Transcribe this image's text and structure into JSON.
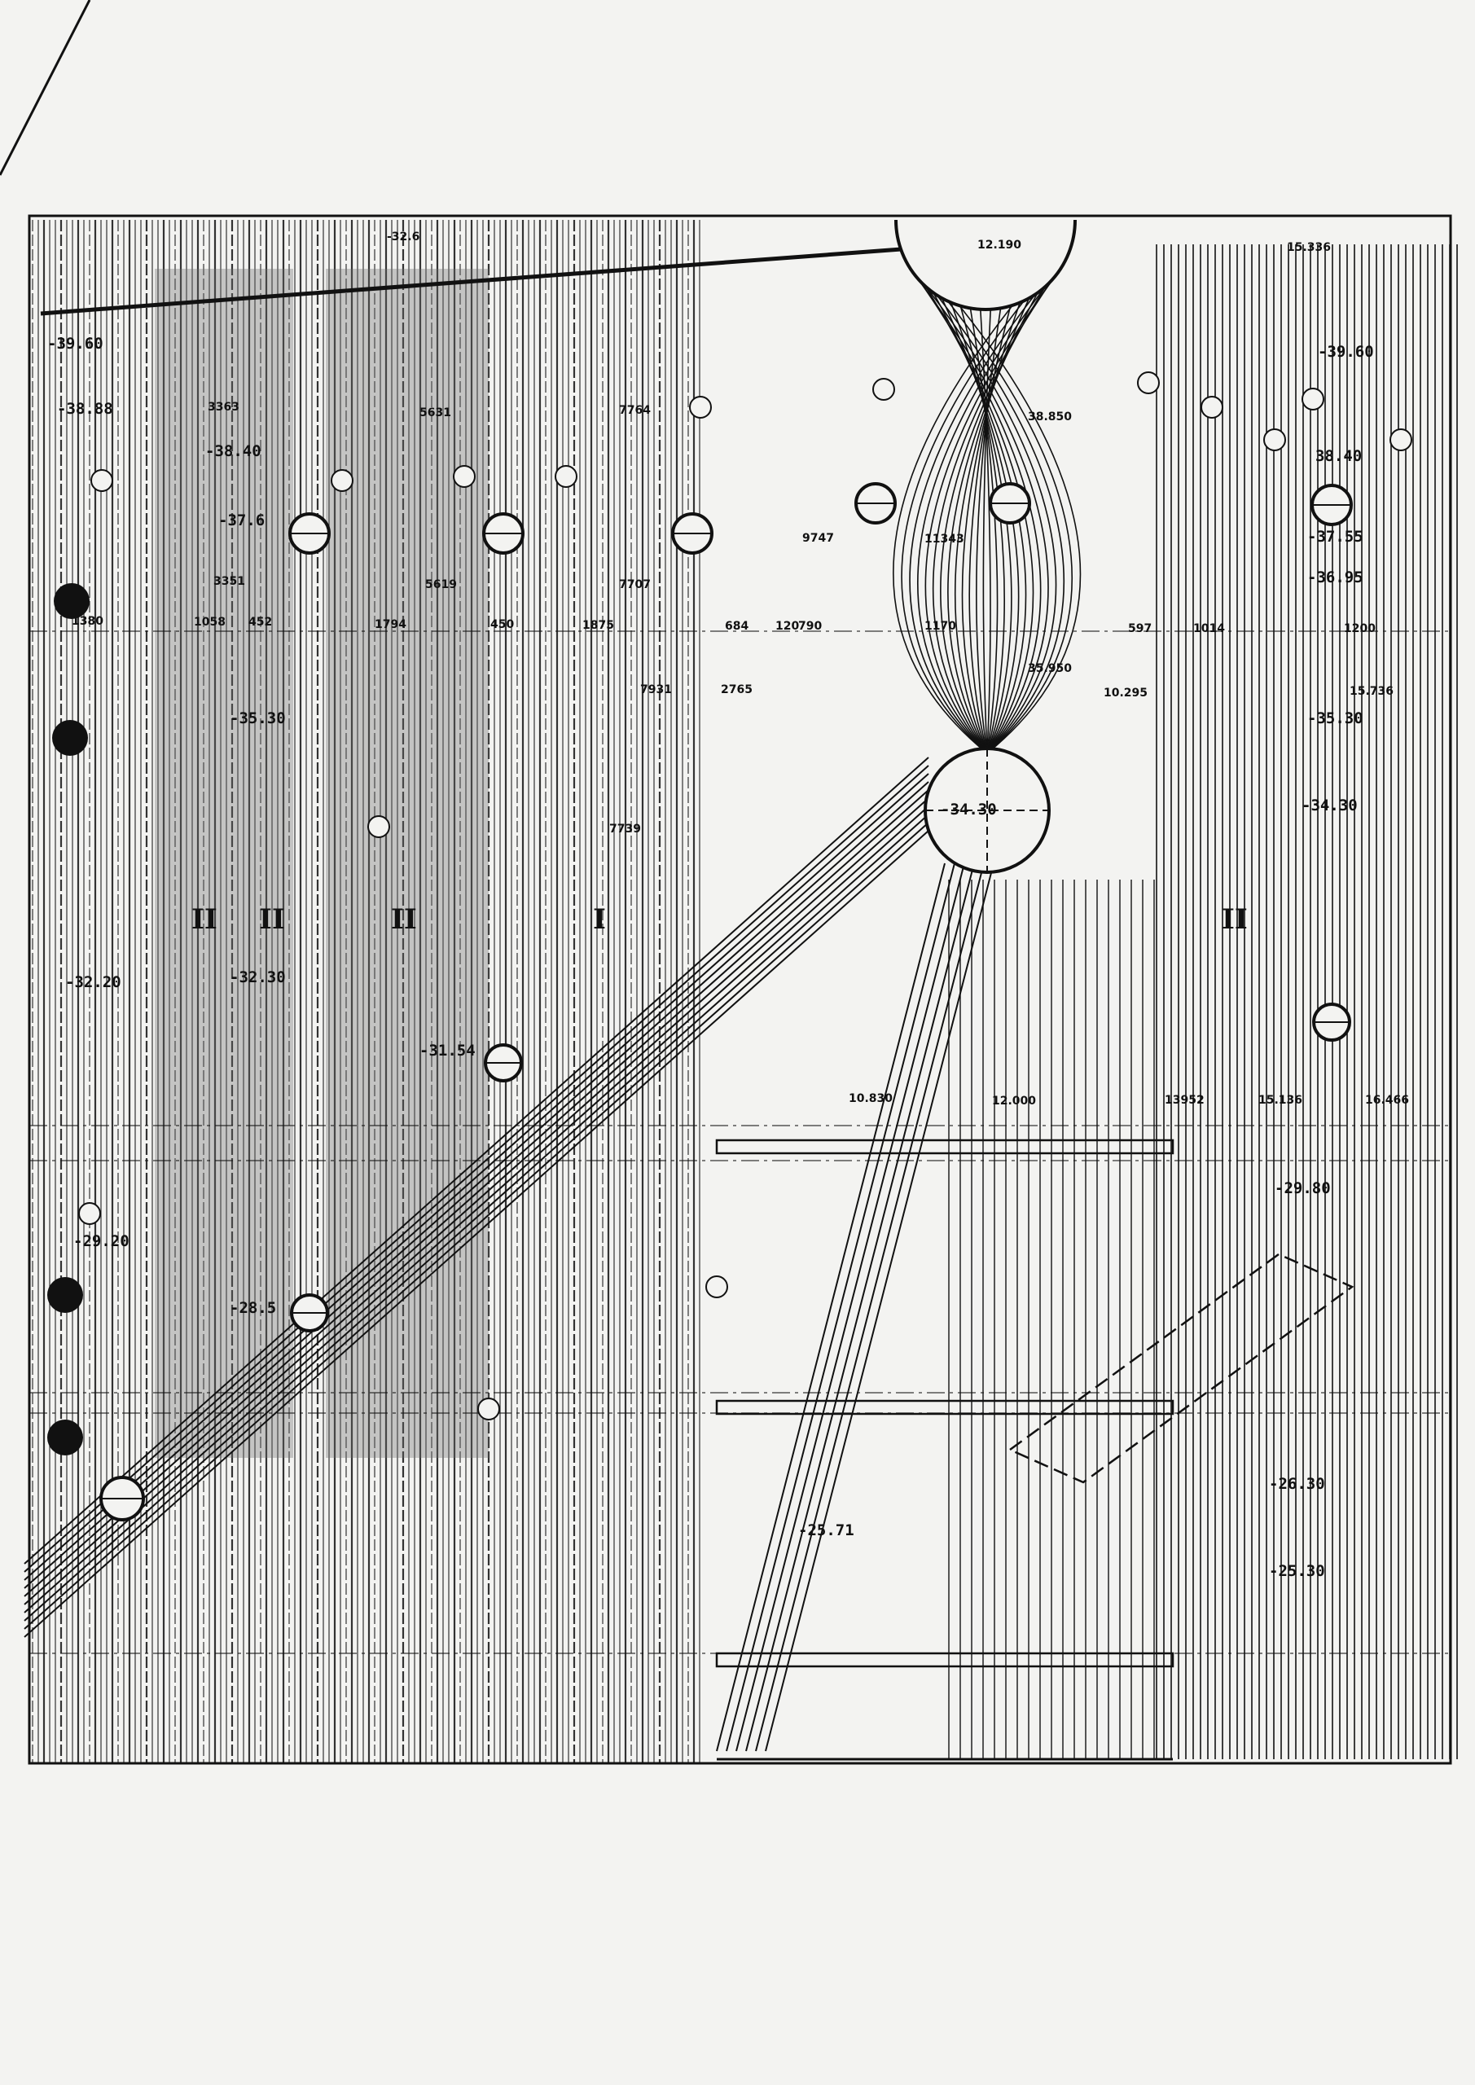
{
  "levels_left": [
    "-39.60",
    "-38.88",
    "-38.40",
    "-37.6",
    "-35.30",
    "-32.20",
    "-29.20",
    "-28.5",
    "-32.30",
    "-31.54"
  ],
  "levels_right": [
    "-39.60",
    "38.40",
    "-37.55",
    "-36.95",
    "-35.30",
    "-34.30",
    "-29.80",
    "-26.30",
    "-25.30"
  ],
  "dims_top": [
    "12.190",
    "15.336",
    "-32.6",
    "7764",
    "5631",
    "3363",
    "38.850",
    "1380",
    "1058",
    "452",
    "1794",
    "450",
    "1875",
    "684",
    "120",
    "790",
    "1170",
    "1200",
    "597",
    "1014"
  ],
  "dims_mid": [
    "7707",
    "5619",
    "9747",
    "11343",
    "7931",
    "2765",
    "15.736",
    "35.950",
    "10.295",
    "7739",
    "3351"
  ],
  "centre": {
    "drum": "-34.30",
    "d1": "10.830",
    "d2": "12.000",
    "d3": "13952",
    "d4": "15.136",
    "d5": "16.466",
    "d6": "-25.71"
  },
  "roman": [
    "II",
    "II",
    "II",
    "I",
    "II"
  ],
  "colors": {
    "paper": "#f3f3f1",
    "ink": "#111111"
  }
}
